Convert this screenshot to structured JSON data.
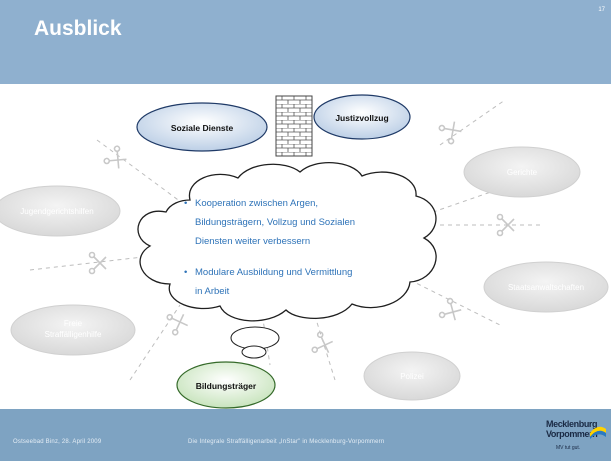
{
  "slide": {
    "title": "Ausblick",
    "slide_number": "17"
  },
  "diagram": {
    "nodes": {
      "soziale_dienste": "Soziale Dienste",
      "justizvollzug": "Justizvollzug",
      "gerichte": "Gerichte",
      "jugendgerichtshilfen": "Jugendgerichtshilfen",
      "staatsanwaltschaften": "Staatsanwaltschaften",
      "freie_straffaelligenhilfe_line1": "Freie",
      "freie_straffaelligenhilfe_line2": "Straffälligenhilfe",
      "polizei": "Polizei",
      "bildungstraeger": "Bildungsträger"
    },
    "cloud_bullets": [
      {
        "line1": "Kooperation zwischen Argen,",
        "line2": "Bildungsträgern, Vollzug und Sozialen",
        "line3": "Diensten weiter verbessern"
      },
      {
        "line1": "Modulare Ausbildung und Vermittlung",
        "line2": "in Arbeit"
      }
    ],
    "bullet_symbol": "•"
  },
  "footer": {
    "left": "Ostseebad Binz, 28. April 2009",
    "center": "Die Integrale Straffälligenarbeit „InStar\" in Mecklenburg-Vorpommern",
    "logo_line1": "Mecklenburg",
    "logo_line2": "Vorpommern",
    "logo_sub": "MV tut gut."
  },
  "colors": {
    "header": "#8fb0cf",
    "footer": "#7ea3c2",
    "node_active": "#c9d9ec",
    "node_active_border": "#1f3a67",
    "node_green": "#d8ecd0",
    "node_green_border": "#356a2a",
    "node_inactive": "#e3e3e3",
    "node_inactive_text": "#ffffff",
    "cloud_text": "#2e73b8"
  }
}
